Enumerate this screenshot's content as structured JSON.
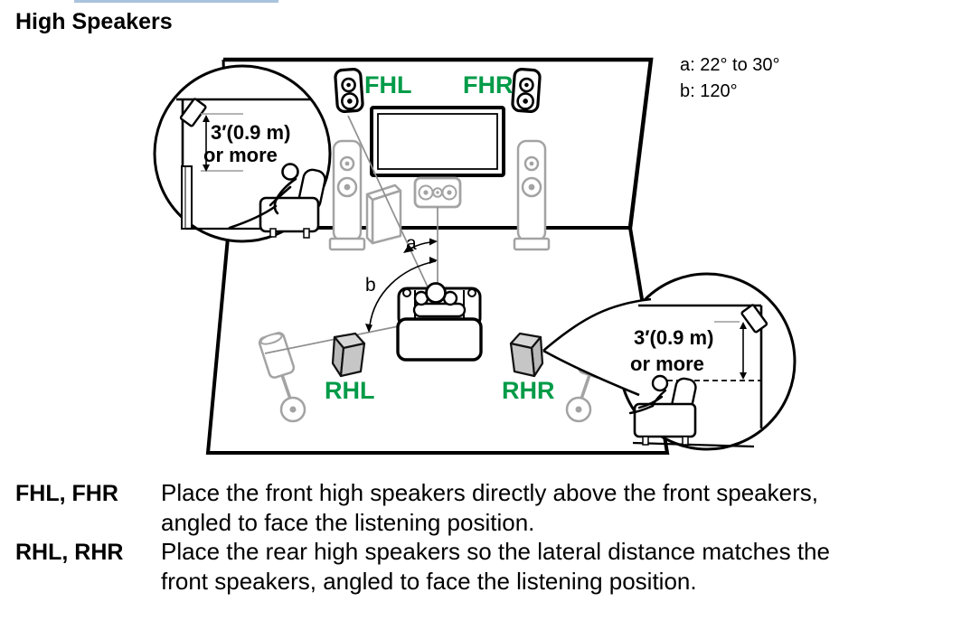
{
  "header": {
    "title": "High Speakers"
  },
  "angle_notes": {
    "a": "a: 22° to 30°",
    "b": "b: 120°"
  },
  "diagram": {
    "speaker_labels": {
      "fhl": "FHL",
      "fhr": "FHR",
      "rhl": "RHL",
      "rhr": "RHR"
    },
    "angle_labels": {
      "a": "a",
      "b": "b"
    },
    "inset_left": {
      "line1": "3′(0.9 m)",
      "line2": "or more"
    },
    "inset_right": {
      "line1": "3′(0.9 m)",
      "line2": "or more"
    },
    "colors": {
      "label_green": "#009b48",
      "line_gray": "#8f8f8f",
      "speaker_gray": "#a3a3a3",
      "black": "#000000",
      "top_rule_blue": "#a9c3dc"
    }
  },
  "definitions": [
    {
      "term": "FHL, FHR",
      "description": "Place the front high speakers directly above the front speakers, angled to face the listening position."
    },
    {
      "term": "RHL, RHR",
      "description": "Place the rear high speakers so the lateral distance matches the front speakers, angled to face the listening position."
    }
  ]
}
